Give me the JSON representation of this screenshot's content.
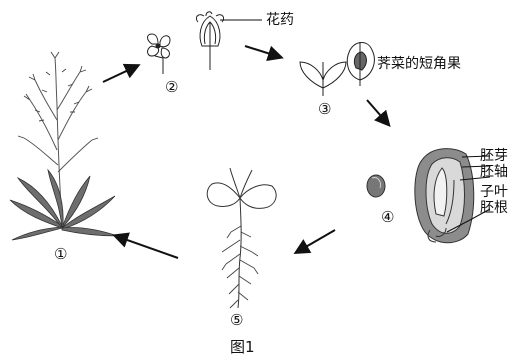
{
  "labels": {
    "anther": "花药",
    "fruit": "荠菜的短角果",
    "plumule": "胚芽",
    "hypocotyl": "胚轴",
    "cotyledon": "子叶",
    "radicle": "胚根"
  },
  "stages": [
    "①",
    "②",
    "③",
    "④",
    "⑤"
  ],
  "caption": "图1",
  "colors": {
    "ink": "#111111",
    "plant": "#555555",
    "leaf": "#6e6e6e"
  }
}
